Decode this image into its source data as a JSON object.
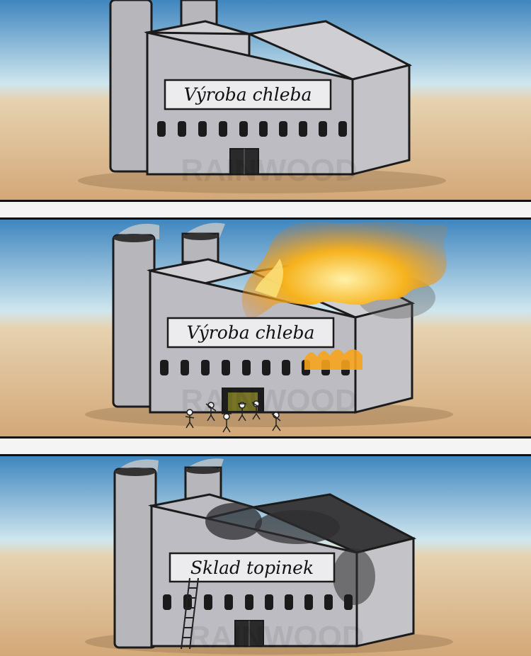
{
  "panels": [
    {
      "sign": "Výroba chleba",
      "state": "normal"
    },
    {
      "sign": "Výroba chleba",
      "state": "on-fire"
    },
    {
      "sign": "Sklad topinek",
      "state": "burnt"
    }
  ],
  "watermark": "RAINWOOD",
  "colors": {
    "sky_top": "#3f86bf",
    "sky_mid": "#cfe6ee",
    "ground": "#d8b07e",
    "building_front": "#bdbcc2",
    "building_roof": "#cfced3",
    "building_side": "#c4c3c8",
    "outline": "#1b1b1b",
    "fire": "#f6b21d",
    "soot": "#2e2e30"
  }
}
